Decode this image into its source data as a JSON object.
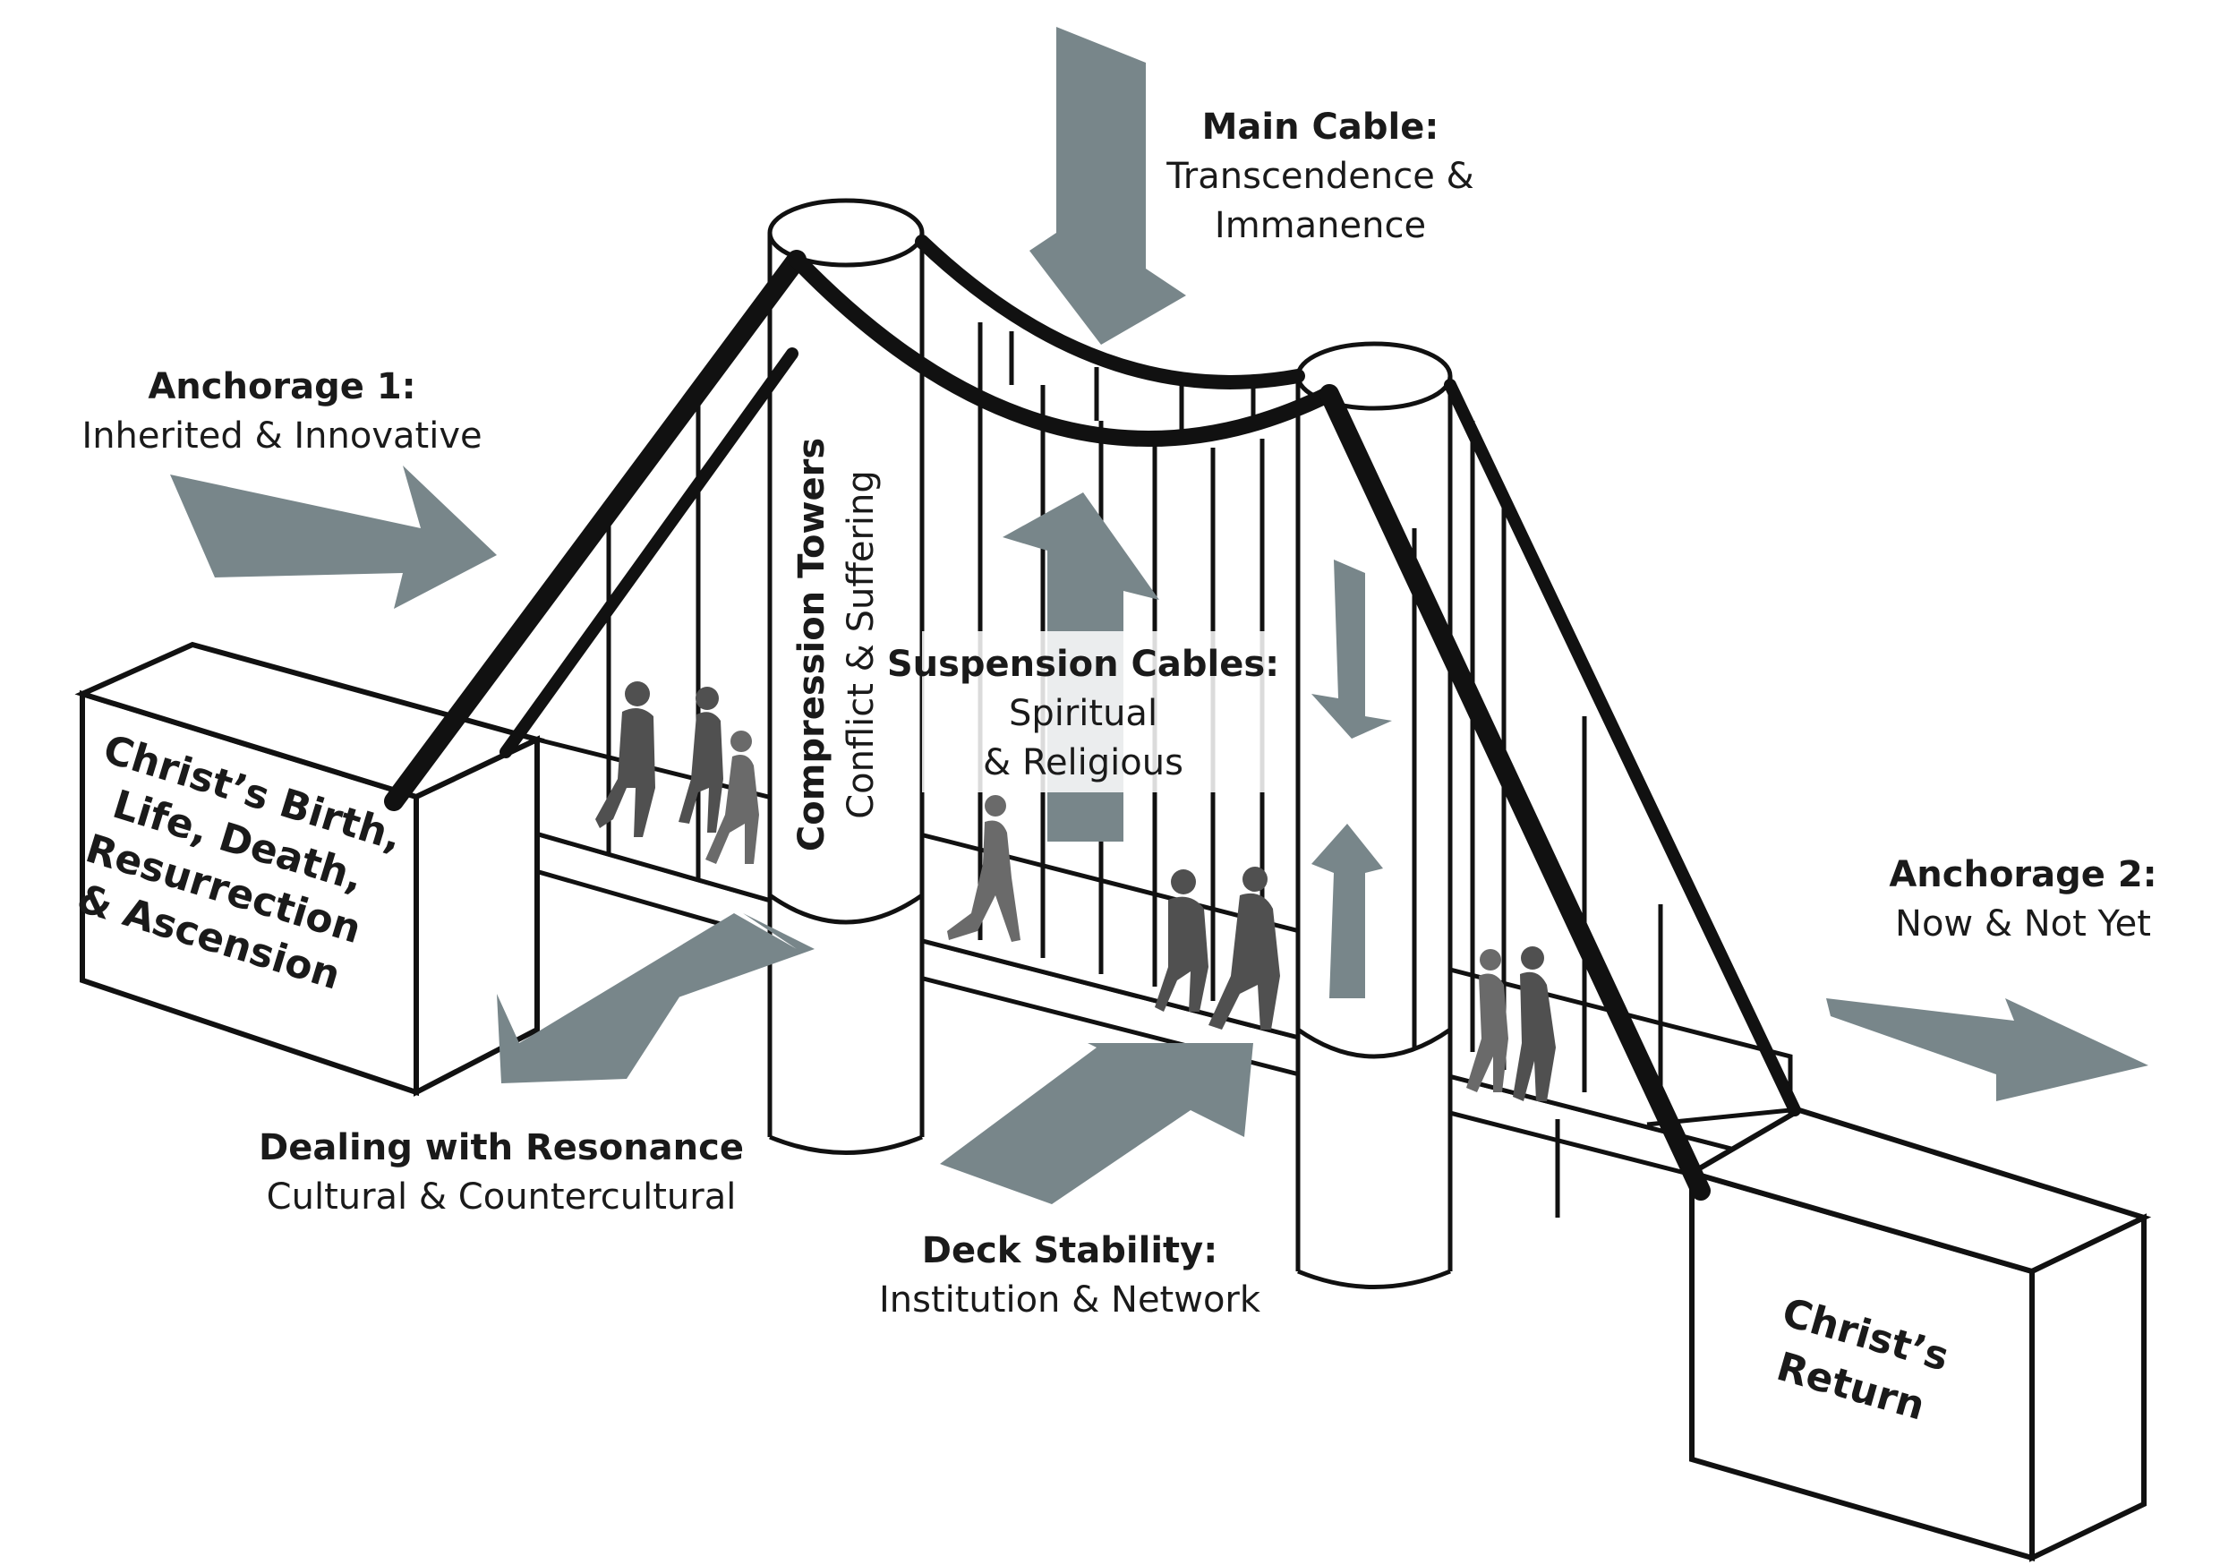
{
  "labels": {
    "main_cable": {
      "title": "Main Cable:",
      "line1": "Transcendence &",
      "line2": "Immanence"
    },
    "anchorage_1": {
      "title": "Anchorage 1:",
      "line1": "Inherited & Innovative"
    },
    "anchorage_2": {
      "title": "Anchorage 2:",
      "line1": "Now & Not Yet"
    },
    "compression_towers": {
      "title": "Compression Towers",
      "line1": "Conflict & Suffering"
    },
    "suspension_cables": {
      "title": "Suspension Cables:",
      "line1": "Spiritual",
      "line2": "& Religious"
    },
    "dealing_with_resonance": {
      "title": "Dealing with Resonance",
      "line1": "Cultural & Countercultural"
    },
    "deck_stability": {
      "title": "Deck Stability:",
      "line1": "Institution & Network"
    }
  },
  "blocks": {
    "left": {
      "lines": [
        "Christ’s Birth,",
        "Life, Death,",
        "Resurrection",
        "& Ascension"
      ]
    },
    "right": {
      "lines": [
        "Christ’s",
        "Return"
      ]
    }
  },
  "colors": {
    "arrow": "#78868a",
    "stroke": "#111111",
    "figure": "#505050",
    "figure_light": "#6a6a6a"
  }
}
